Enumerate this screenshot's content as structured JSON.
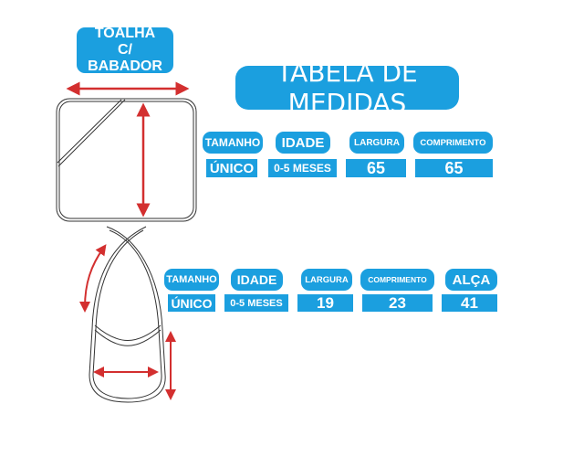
{
  "product_label": "TOALHA C/ BABADOR",
  "title": "TABELA DE MEDIDAS",
  "headers": {
    "size": "TAMANHO",
    "age": "IDADE",
    "width": "LARGURA",
    "length": "COMPRIMENTO",
    "strap": "ALÇA"
  },
  "towel": {
    "size": "ÚNICO",
    "age": "0-5 MESES",
    "width": "65",
    "length": "65"
  },
  "bib": {
    "size": "ÚNICO",
    "age": "0-5 MESES",
    "width": "19",
    "length": "23",
    "strap": "41"
  },
  "colors": {
    "accent": "#1b9fdf",
    "arrow": "#d32f2f"
  }
}
